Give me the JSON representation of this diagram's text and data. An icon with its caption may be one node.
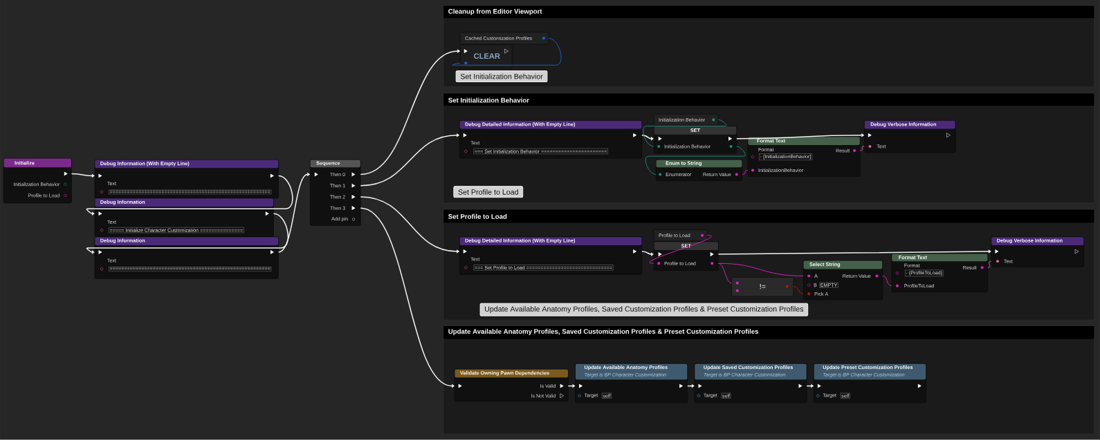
{
  "diagram": {
    "nodes": [
      {
        "text": [
          "Initialize",
          "Initialization Behavior",
          "Profile to Load"
        ]
      },
      {
        "text": [
          "Debug Information (With Empty Line)",
          "Text",
          "========================================================"
        ]
      },
      {
        "text": [
          "Debug Information",
          "Text",
          "===== Initialize Character Customization ==============="
        ]
      },
      {
        "text": [
          "Debug Information",
          "Text",
          "========================================================"
        ]
      },
      {
        "text": [
          "Sequence",
          "Then 0",
          "Then 1",
          "Then 2",
          "Then 3",
          "Add pin"
        ]
      },
      {
        "text": [
          "Cleanup from Editor Viewport"
        ]
      },
      {
        "text": [
          "Cached Customization Profiles"
        ],
        "in": 5
      },
      {
        "text": [
          "CLEAR"
        ],
        "in": 5
      },
      {
        "text": [
          "Set Initialization Behavior"
        ]
      },
      {
        "text": [
          "Debug Detailed Information (With Empty Line)",
          "Text",
          "=== Set Initialization Behavior ======================="
        ],
        "in": 8
      },
      {
        "text": [
          "Initialization Behavior"
        ],
        "in": 8
      },
      {
        "text": [
          "SET",
          "Initialization Behavior"
        ],
        "in": 8
      },
      {
        "text": [
          "Format Text",
          "Format",
          "- {InitializationBehavior}",
          "Result",
          "InitializationBehavior"
        ],
        "in": 8
      },
      {
        "text": [
          "Enum to String",
          "Enumerator",
          "Return Value"
        ],
        "in": 8
      },
      {
        "text": [
          "Debug Verbose Information",
          "Text"
        ],
        "in": 8
      },
      {
        "text": [
          "Set Profile to Load"
        ]
      },
      {
        "text": [
          "Debug Detailed Information (With Empty Line)",
          "Text",
          "=== Set Profile to Load =============================="
        ],
        "in": 15
      },
      {
        "text": [
          "Profile to Load"
        ],
        "in": 15
      },
      {
        "text": [
          "SET",
          "Profile to Load"
        ],
        "in": 15
      },
      {
        "text": [
          "!="
        ],
        "in": 15
      },
      {
        "text": [
          "Select String",
          "A",
          "Return Value",
          "B",
          "EMPTY",
          "Pick A"
        ],
        "in": 15
      },
      {
        "text": [
          "Format Text",
          "Format",
          "- {ProfileToLoad}",
          "Result",
          "ProfileToLoad"
        ],
        "in": 15
      },
      {
        "text": [
          "Debug Verbose Information",
          "Text"
        ],
        "in": 15
      },
      {
        "text": [
          "Update Available Anatomy Profiles, Saved Customization Profiles & Preset Customization Profiles"
        ]
      },
      {
        "text": [
          "Validate Owning Pawn Dependencies",
          "Is Valid",
          "Is Not Valid"
        ],
        "in": 23
      },
      {
        "text": [
          "Update Available Anatomy Profiles",
          "Target is BP Character Customization",
          "Target",
          "self"
        ],
        "in": 23
      },
      {
        "text": [
          "Update Saved Customization Profiles",
          "Target is BP Character Customization",
          "Target",
          "self"
        ],
        "in": 23
      },
      {
        "text": [
          "Update Preset Customization Profiles",
          "Target is BP Character Customization",
          "Target",
          "self"
        ],
        "in": 23
      },
      {
        "text": [
          "Set Initialization Behavior"
        ],
        "in": 5
      },
      {
        "text": [
          "Set Profile to Load"
        ],
        "in": 8
      },
      {
        "text": [
          "Update Available Anatomy Profiles, Saved Customization Profiles & Preset Customization Profiles"
        ],
        "in": 15
      }
    ],
    "edges": [
      {
        "from": 0,
        "to": 1,
        "arrow": "to"
      },
      {
        "from": 1,
        "to": 2,
        "arrow": "to"
      },
      {
        "from": 2,
        "to": 3,
        "arrow": "to"
      },
      {
        "from": 3,
        "to": 4,
        "arrow": "to"
      },
      {
        "from": 4,
        "to": 7,
        "arrow": "to"
      },
      {
        "from": 4,
        "to": 9,
        "arrow": "to"
      },
      {
        "from": 4,
        "to": 16,
        "arrow": "to"
      },
      {
        "from": 4,
        "to": 24,
        "arrow": "to"
      },
      {
        "from": 6,
        "to": 7,
        "arrow": "none",
        "color": "#2060d0"
      },
      {
        "from": 9,
        "to": 11,
        "arrow": "to"
      },
      {
        "from": 11,
        "to": 14,
        "arrow": "to"
      },
      {
        "from": 10,
        "to": 11,
        "arrow": "none",
        "color": "#1a8f7a"
      },
      {
        "from": 11,
        "to": 13,
        "arrow": "none",
        "color": "#1a8f7a"
      },
      {
        "from": 13,
        "to": 12,
        "arrow": "none",
        "color": "#e020c0"
      },
      {
        "from": 12,
        "to": 14,
        "arrow": "none",
        "color": "#e060a0"
      },
      {
        "from": 16,
        "to": 18,
        "arrow": "to"
      },
      {
        "from": 18,
        "to": 22,
        "arrow": "to"
      },
      {
        "from": 17,
        "to": 18,
        "arrow": "none",
        "color": "#e020c0"
      },
      {
        "from": 18,
        "to": 20,
        "arrow": "none",
        "color": "#e020c0"
      },
      {
        "from": 18,
        "to": 19,
        "arrow": "none",
        "color": "#e020c0"
      },
      {
        "from": 19,
        "to": 20,
        "arrow": "none",
        "color": "#b01818"
      },
      {
        "from": 20,
        "to": 21,
        "arrow": "none",
        "color": "#e020c0"
      },
      {
        "from": 21,
        "to": 22,
        "arrow": "none",
        "color": "#e060a0"
      },
      {
        "from": 24,
        "to": 25,
        "arrow": "to"
      },
      {
        "from": 25,
        "to": 26,
        "arrow": "to"
      },
      {
        "from": 26,
        "to": 27,
        "arrow": "to"
      }
    ]
  }
}
